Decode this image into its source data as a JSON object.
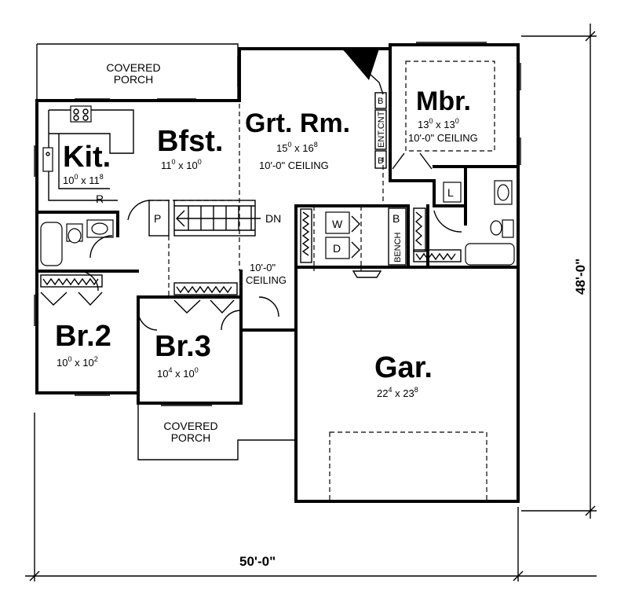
{
  "rooms": {
    "kitchen": {
      "name": "Kit.",
      "w": "10",
      "w_sup": "0",
      "d": "11",
      "d_sup": "8"
    },
    "breakfast": {
      "name": "Bfst.",
      "w": "11",
      "w_sup": "0",
      "d": "10",
      "d_sup": "0"
    },
    "great_room": {
      "name": "Grt. Rm.",
      "w": "15",
      "w_sup": "0",
      "d": "16",
      "d_sup": "8",
      "ceiling": "10'-0\" CEILING"
    },
    "master": {
      "name": "Mbr.",
      "w": "13",
      "w_sup": "0",
      "d": "13",
      "d_sup": "0",
      "ceiling": "10'-0\" CEILING"
    },
    "bedroom2": {
      "name": "Br.2",
      "w": "10",
      "w_sup": "0",
      "d": "10",
      "d_sup": "2"
    },
    "bedroom3": {
      "name": "Br.3",
      "w": "10",
      "w_sup": "4",
      "d": "10",
      "d_sup": "0"
    },
    "garage": {
      "name": "Gar.",
      "w": "22",
      "w_sup": "4",
      "d": "23",
      "d_sup": "8"
    }
  },
  "porches": {
    "rear": [
      "COVERED",
      "PORCH"
    ],
    "front": [
      "COVERED",
      "PORCH"
    ]
  },
  "labels": {
    "foyer_ceiling": [
      "10'-0\"",
      "CEILING"
    ],
    "down": "DN",
    "pantry": "P",
    "range": "R",
    "linen": "L",
    "washer": "W",
    "dryer": "D",
    "bench_b": "B",
    "bench": "BENCH",
    "ent_cnt": "ENT.CNT",
    "bookcase_top": "B",
    "bookcase_bottom": "B"
  },
  "dimensions": {
    "overall_width": "50'-0\"",
    "overall_depth": "48'-0\""
  }
}
